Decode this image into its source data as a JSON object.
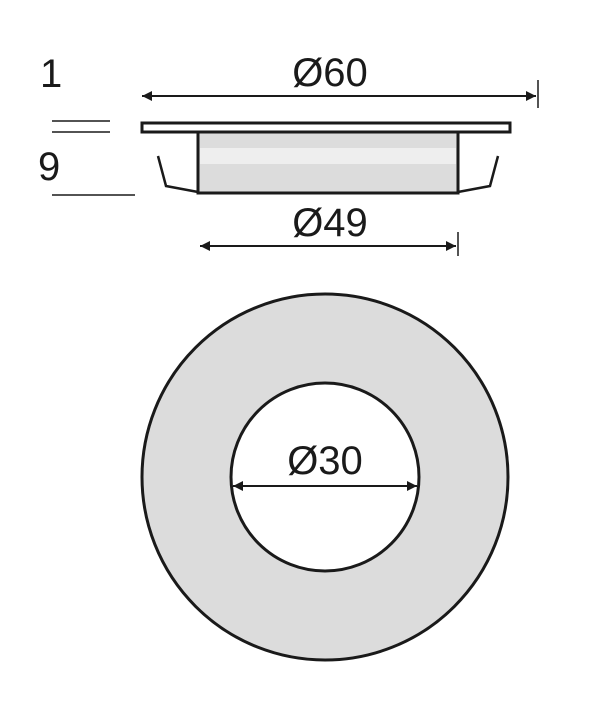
{
  "side_view": {
    "flange_thickness_label": "1",
    "body_height_label": "9",
    "outer_diameter_label": "Ø60",
    "body_diameter_label": "Ø49"
  },
  "top_view": {
    "inner_diameter_label": "Ø30"
  },
  "colors": {
    "line": "#1a1a1a",
    "fill_gray": "#dcdcdc",
    "highlight": "#eeeeee"
  }
}
